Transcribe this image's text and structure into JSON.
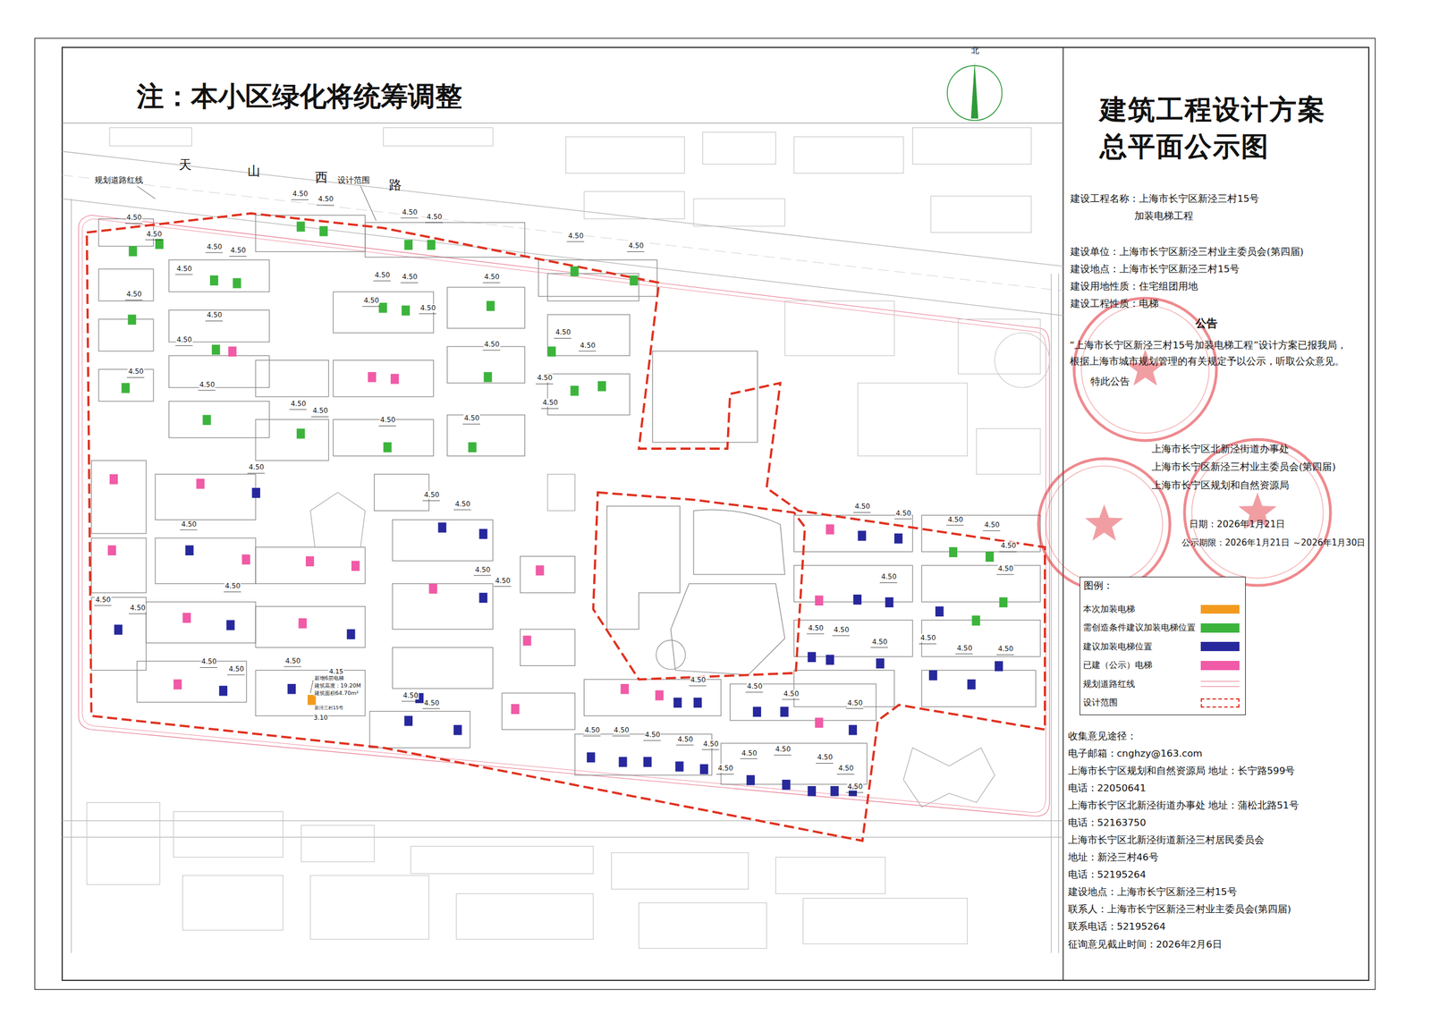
{
  "diagram": {
    "title": "建筑工程设计方案 总平面公示图",
    "nodes": [
      {
        "text": [
          "图例："
        ]
      }
    ],
    "labels": [
      "注：本小区绿化将统筹调整",
      "北",
      "天",
      "山",
      "西",
      "路",
      "规划道路红线",
      "设计范围",
      "新增6层电梯",
      "建筑高度：19.20M",
      "建筑面积64.70m²",
      "新泾三村15号",
      "4.15",
      "3.10",
      "建设工程名称：上海市长宁区新泾三村15号",
      "加装电梯工程",
      "建设单位：上海市长宁区新泾三村业主委员会(第四届)",
      "建设地点：上海市长宁区新泾三村15号",
      "建设用地性质：住宅组团用地",
      "建设工程性质：电梯",
      "公告",
      "“上海市长宁区新泾三村15号加装电梯工程”设计方案已报我局，根据上海市城市规划管理的有关规定予以公示，听取公众意见。",
      "特此公告",
      "上海市长宁区北新泾街道办事处",
      "上海市长宁区新泾三村业主委员会(第四届)",
      "上海市长宁区规划和自然资源局",
      "日期：2026年1月21日",
      "公示期限：2026年1月21日 ～2026年1月30日",
      "收集意见途径：",
      "电子邮箱：cnghzy@163.com",
      "上海市长宁区规划和自然资源局  地址：长宁路599号",
      "电话：22050641",
      "上海市长宁区北新泾街道办事处  地址：蒲松北路51号",
      "电话：52163750",
      "上海市长宁区北新泾街道新泾三村居民委员会",
      "地址：新泾三村46号",
      "电话：52195264",
      "建设地点：上海市长宁区新泾三村15号",
      "联系人：上海市长宁区新泾三村业主委员会(第四届)",
      "联系电话：52195264",
      "征询意见截止时间：2026年2月6日",
      "4.50",
      "4.50",
      "4.50",
      "4.50",
      "4.50",
      "4.50",
      "4.50",
      "4.50",
      "4.50",
      "4.50",
      "4.50",
      "4.50",
      "4.50",
      "4.50",
      "4.50",
      "4.50",
      "4.50",
      "4.50",
      "4.50",
      "4.50",
      "4.50",
      "4.50",
      "4.50",
      "4.50",
      "4.50",
      "4.50",
      "4.50",
      "4.50",
      "4.50",
      "4.50",
      "4.50",
      "4.50",
      "4.50",
      "4.50",
      "4.50",
      "4.50",
      "4.50",
      "4.50",
      "4.50",
      "4.50",
      "4.50",
      "4.50",
      "4.50",
      "4.50",
      "4.50",
      "4.50",
      "4.50",
      "4.50",
      "4.50",
      "4.50",
      "4.50",
      "4.50",
      "4.50",
      "4.50",
      "4.50",
      "4.50",
      "4.50",
      "4.50",
      "4.50",
      "4.50",
      "4.50",
      "4.50",
      "4.50",
      "4.50",
      "4.50",
      "4.50",
      "4.50",
      "4.50",
      "4.50",
      "4.50",
      "4.50",
      "4.50"
    ],
    "legend": [
      {
        "text": "本次加装电梯",
        "color": "#f39a1e"
      },
      {
        "text": "需创造条件建议加装电梯位置",
        "color": "#3cb43c"
      },
      {
        "text": "建议加装电梯位置",
        "color": "#27289c"
      },
      {
        "text": "已建（公示）电梯",
        "color": "#f05aa6"
      },
      {
        "text": "规划道路红线"
      },
      {
        "text": "设计范围"
      }
    ]
  }
}
